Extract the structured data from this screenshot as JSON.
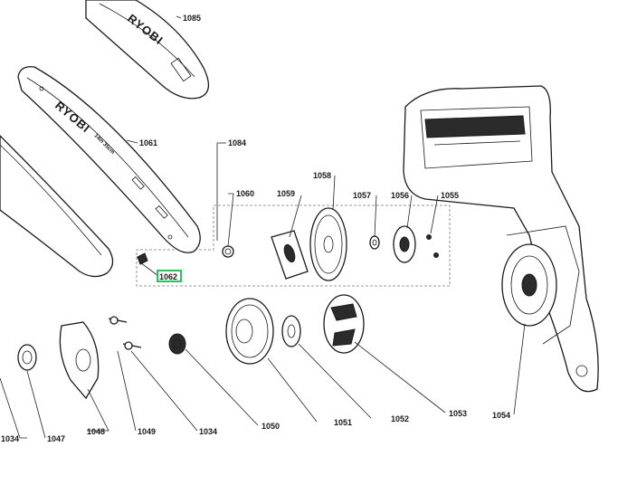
{
  "diagram": {
    "brand": "RYOBI",
    "bar_marks": "14in 35cm",
    "highlight_color": "#22c55e",
    "labels": {
      "p1085": "1085",
      "p1061": "1061",
      "p1084": "1084",
      "p1060": "1060",
      "p1059": "1059",
      "p1058": "1058",
      "p1057": "1057",
      "p1056": "1056",
      "p1055": "1055",
      "p1062": "1062",
      "p1034a": "1034",
      "p1047": "1047",
      "p1048": "1048",
      "p1049": "1049",
      "p1034b": "1034",
      "p1050": "1050",
      "p1051": "1051",
      "p1052": "1052",
      "p1053": "1053",
      "p1054": "1054"
    }
  }
}
